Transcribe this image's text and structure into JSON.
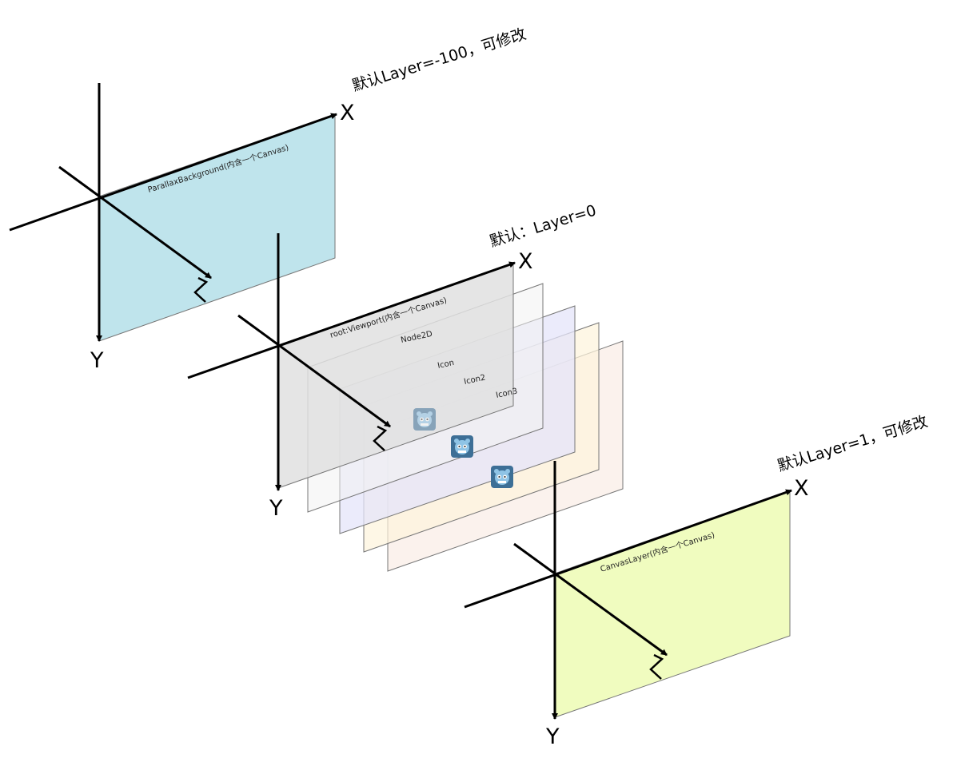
{
  "colors": {
    "background_layer": "#bfe4ec",
    "viewport_layer": "#e0e0e0",
    "canvas_layer": "#f0fcbf",
    "sublayer_white": "#f2f2f2",
    "sublayer_lavender": "#e4e4fa",
    "sublayer_cream": "#fdf4dc",
    "sublayer_peach": "#f8e8df",
    "icon_tile": "#3d6f96",
    "icon_face": "#8fc4e6"
  },
  "axis_labels": {
    "x": "X",
    "y": "Y"
  },
  "layers": [
    {
      "id": "parallax",
      "caption": "默认Layer=-100，可修改",
      "panel_label": "ParallaxBackground(内含一个Canvas)"
    },
    {
      "id": "viewport",
      "caption": "默认：Layer=0",
      "panel_label": "root:Viewport(内含一个Canvas)",
      "children": [
        {
          "label": "Node2D"
        },
        {
          "label": "Icon",
          "icon": "godot-icon"
        },
        {
          "label": "Icon2",
          "icon": "godot-icon"
        },
        {
          "label": "Icon3",
          "icon": "godot-icon"
        }
      ]
    },
    {
      "id": "canvaslayer",
      "caption": "默认Layer=1，可修改",
      "panel_label": "CanvasLayer(内含一个Canvas)"
    }
  ]
}
